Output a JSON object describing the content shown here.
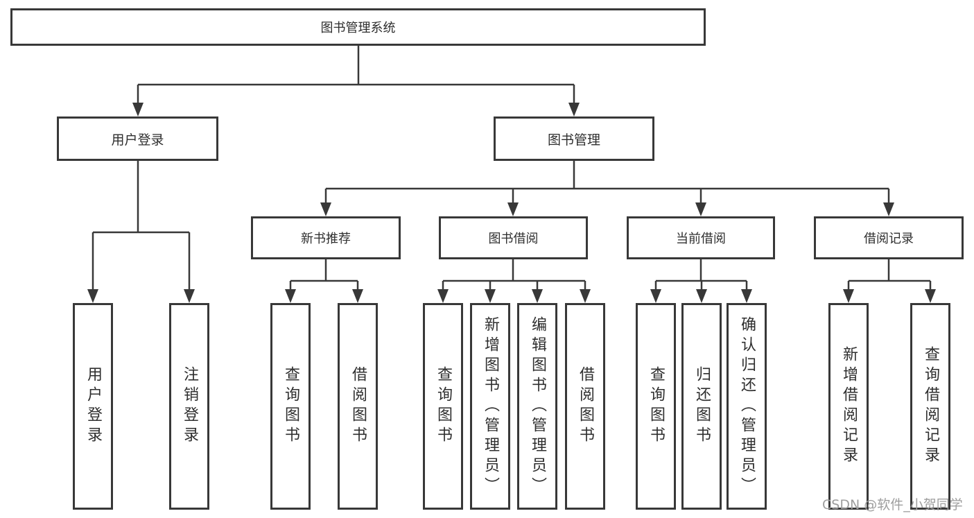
{
  "nodes": {
    "root": "图书管理系统",
    "login": {
      "label": "用户登录",
      "children": [
        "用户登录",
        "注销登录"
      ]
    },
    "mgmt": {
      "label": "图书管理",
      "children": [
        {
          "label": "新书推荐",
          "children": [
            "查询图书",
            "借阅图书"
          ]
        },
        {
          "label": "图书借阅",
          "children": [
            "查询图书",
            "新增图书（管理员）",
            "编辑图书（管理员）",
            "借阅图书"
          ]
        },
        {
          "label": "当前借阅",
          "children": [
            "查询图书",
            "归还图书",
            "确认归还（管理员）"
          ]
        },
        {
          "label": "借阅记录",
          "children": [
            "新增借阅记录",
            "查询借阅记录"
          ]
        }
      ]
    }
  },
  "watermark": "CSDN @软件_小贺同学",
  "colors": {
    "line": "#383838",
    "text": "#2e2e2e",
    "box_fill": "#ffffff",
    "watermark": "#9e9e9e",
    "background": "#ffffff"
  }
}
